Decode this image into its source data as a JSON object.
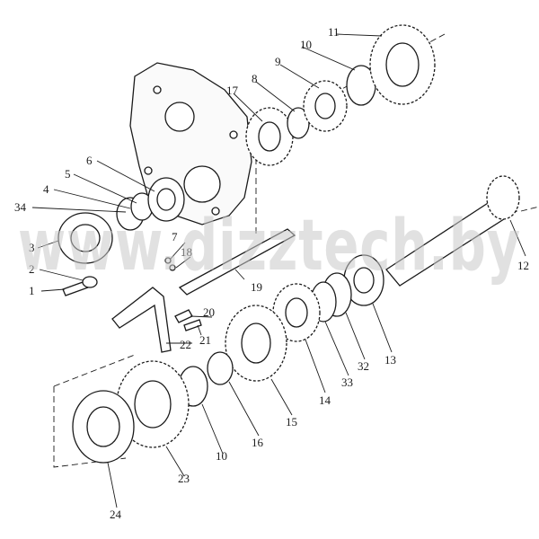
{
  "watermark": "www.dizztech.by",
  "ink_color": "#1a1a1a",
  "watermark_color": "#c8c8c8",
  "callouts": [
    "1",
    "2",
    "3",
    "4",
    "5",
    "6",
    "7",
    "8",
    "9",
    "10",
    "11",
    "12",
    "13",
    "14",
    "15",
    "16",
    "17",
    "18",
    "19",
    "20",
    "21",
    "22",
    "23",
    "10",
    "24",
    "32",
    "33",
    "34"
  ]
}
